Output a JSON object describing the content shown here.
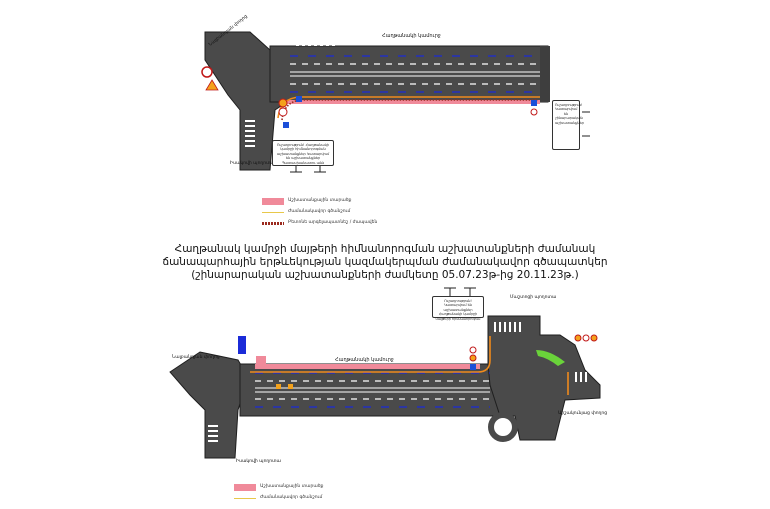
{
  "title": {
    "line1": "Հաղթանակ կամրջի մայթերի հիմնանորոգման աշխատանքների ժամանակ",
    "line2": "ճանապարհային երթևեկության կազմակերպման ժամանակավոր գծապատկեր",
    "line3": "(շինարարական աշխատանքների ժամկետը 05.07.23թ-ից 20.11.23թ.)"
  },
  "top_plan": {
    "bridge_label": "Հաղթանակի կամուրջ",
    "street_upper_left": "Նալբանդյան փողոց",
    "street_lower_left": "Իսակովի պողոտա",
    "note_left": "Ուշադրություն! Հաղթանակի կամրջի հիմնանորոգման աշխատանքներ Կատարվում են աշխատանքներ Պատասխանատու անձ",
    "note_right": "Ուշադրություն! Կատարվում են շինարարական աշխատանքներ"
  },
  "bottom_plan": {
    "bridge_label": "Հաղթանակի կամուրջ",
    "street_upper_left": "Նալբանդյան փողոց",
    "street_lower_left": "Իսակովի պողոտա",
    "street_upper_right": "Մաշտոցի պողոտա",
    "street_lower_right": "Արշակունյաց փողոց",
    "note_top": "Ուշադրություն! Կատարվում են աշխատանքներ Հաղթանակի կամրջի մայթերի հիմնանորոգում"
  },
  "legend_top": {
    "items": [
      {
        "label": "Աշխատանքային տարածք",
        "kind": "area",
        "color": "#f08a9a"
      },
      {
        "label": "Ժամանակավոր գծանշում",
        "kind": "line",
        "color": "#e8c84a"
      },
      {
        "label": "Բետոնե արգելապատնեշ / ժապավեն",
        "kind": "dots",
        "color": "#9b2a1e"
      }
    ]
  },
  "legend_bottom": {
    "items": [
      {
        "label": "Աշխատանքային տարածք",
        "kind": "area",
        "color": "#f08a9a"
      },
      {
        "label": "Ժամանակավոր գծանշում",
        "kind": "line",
        "color": "#e8c84a"
      }
    ]
  },
  "colors": {
    "road": "#4a4a4a",
    "road_edge": "#1e1e1e",
    "lane_white": "#ffffff",
    "lane_blue": "#1b2bd8",
    "work_area": "#f08a9a",
    "orange_line": "#ef8a1c",
    "barrier": "#9b2a1e",
    "green": "#6ad33a"
  }
}
